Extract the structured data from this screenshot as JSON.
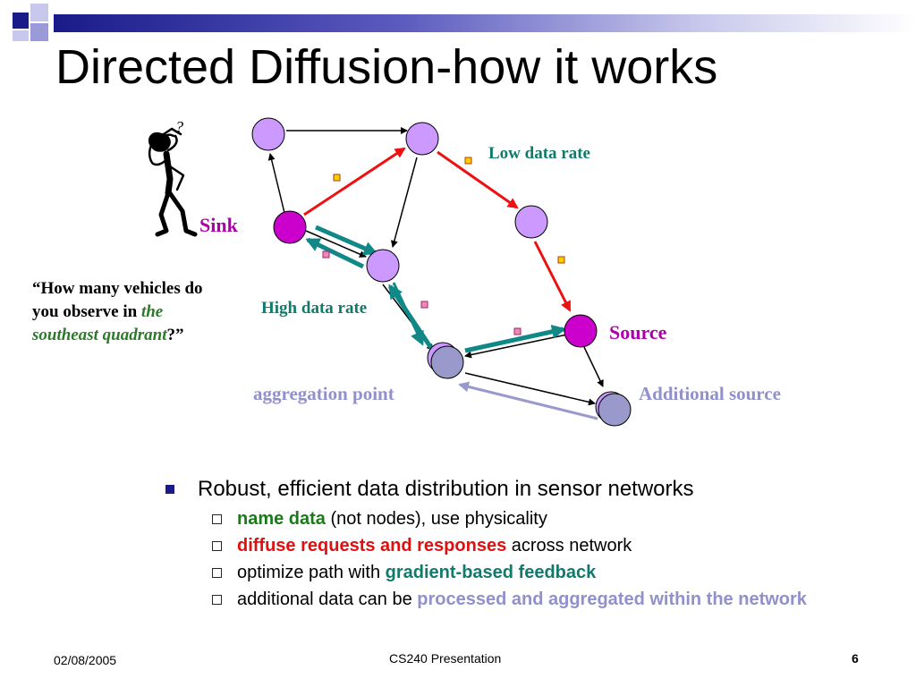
{
  "slide": {
    "title": "Directed Diffusion-how it works",
    "diagram": {
      "labels": {
        "low_rate": "Low data rate",
        "high_rate": "High data rate",
        "sink": "Sink",
        "source": "Source",
        "aggregation": "aggregation point",
        "additional_source": "Additional source"
      },
      "question_mark": "?",
      "colors": {
        "node_fill": "#cc99ff",
        "endpoint_fill": "#cc00cc",
        "gray_node": "#9999cc",
        "interest_arrow": "#ee1111",
        "gradient_arrow": "#118888",
        "extra_arrow": "#9999cc"
      }
    },
    "quote": {
      "part1": "“How many vehicles do you observe in",
      "emph": "the southeast quadrant",
      "part2": "?”"
    },
    "bullets": {
      "main": "Robust, efficient data distribution in sensor networks",
      "items": [
        {
          "em": "name data",
          "rest": " (not nodes), use physicality"
        },
        {
          "em": "diffuse requests and responses",
          "rest": " across network"
        },
        {
          "pre": "optimize path with ",
          "em": "gradient-based feedback"
        },
        {
          "pre": "additional data can be ",
          "em": "processed and aggregated within the network"
        }
      ]
    },
    "footer": {
      "date": "02/08/2005",
      "center": "CS240 Presentation",
      "page": "6"
    }
  }
}
